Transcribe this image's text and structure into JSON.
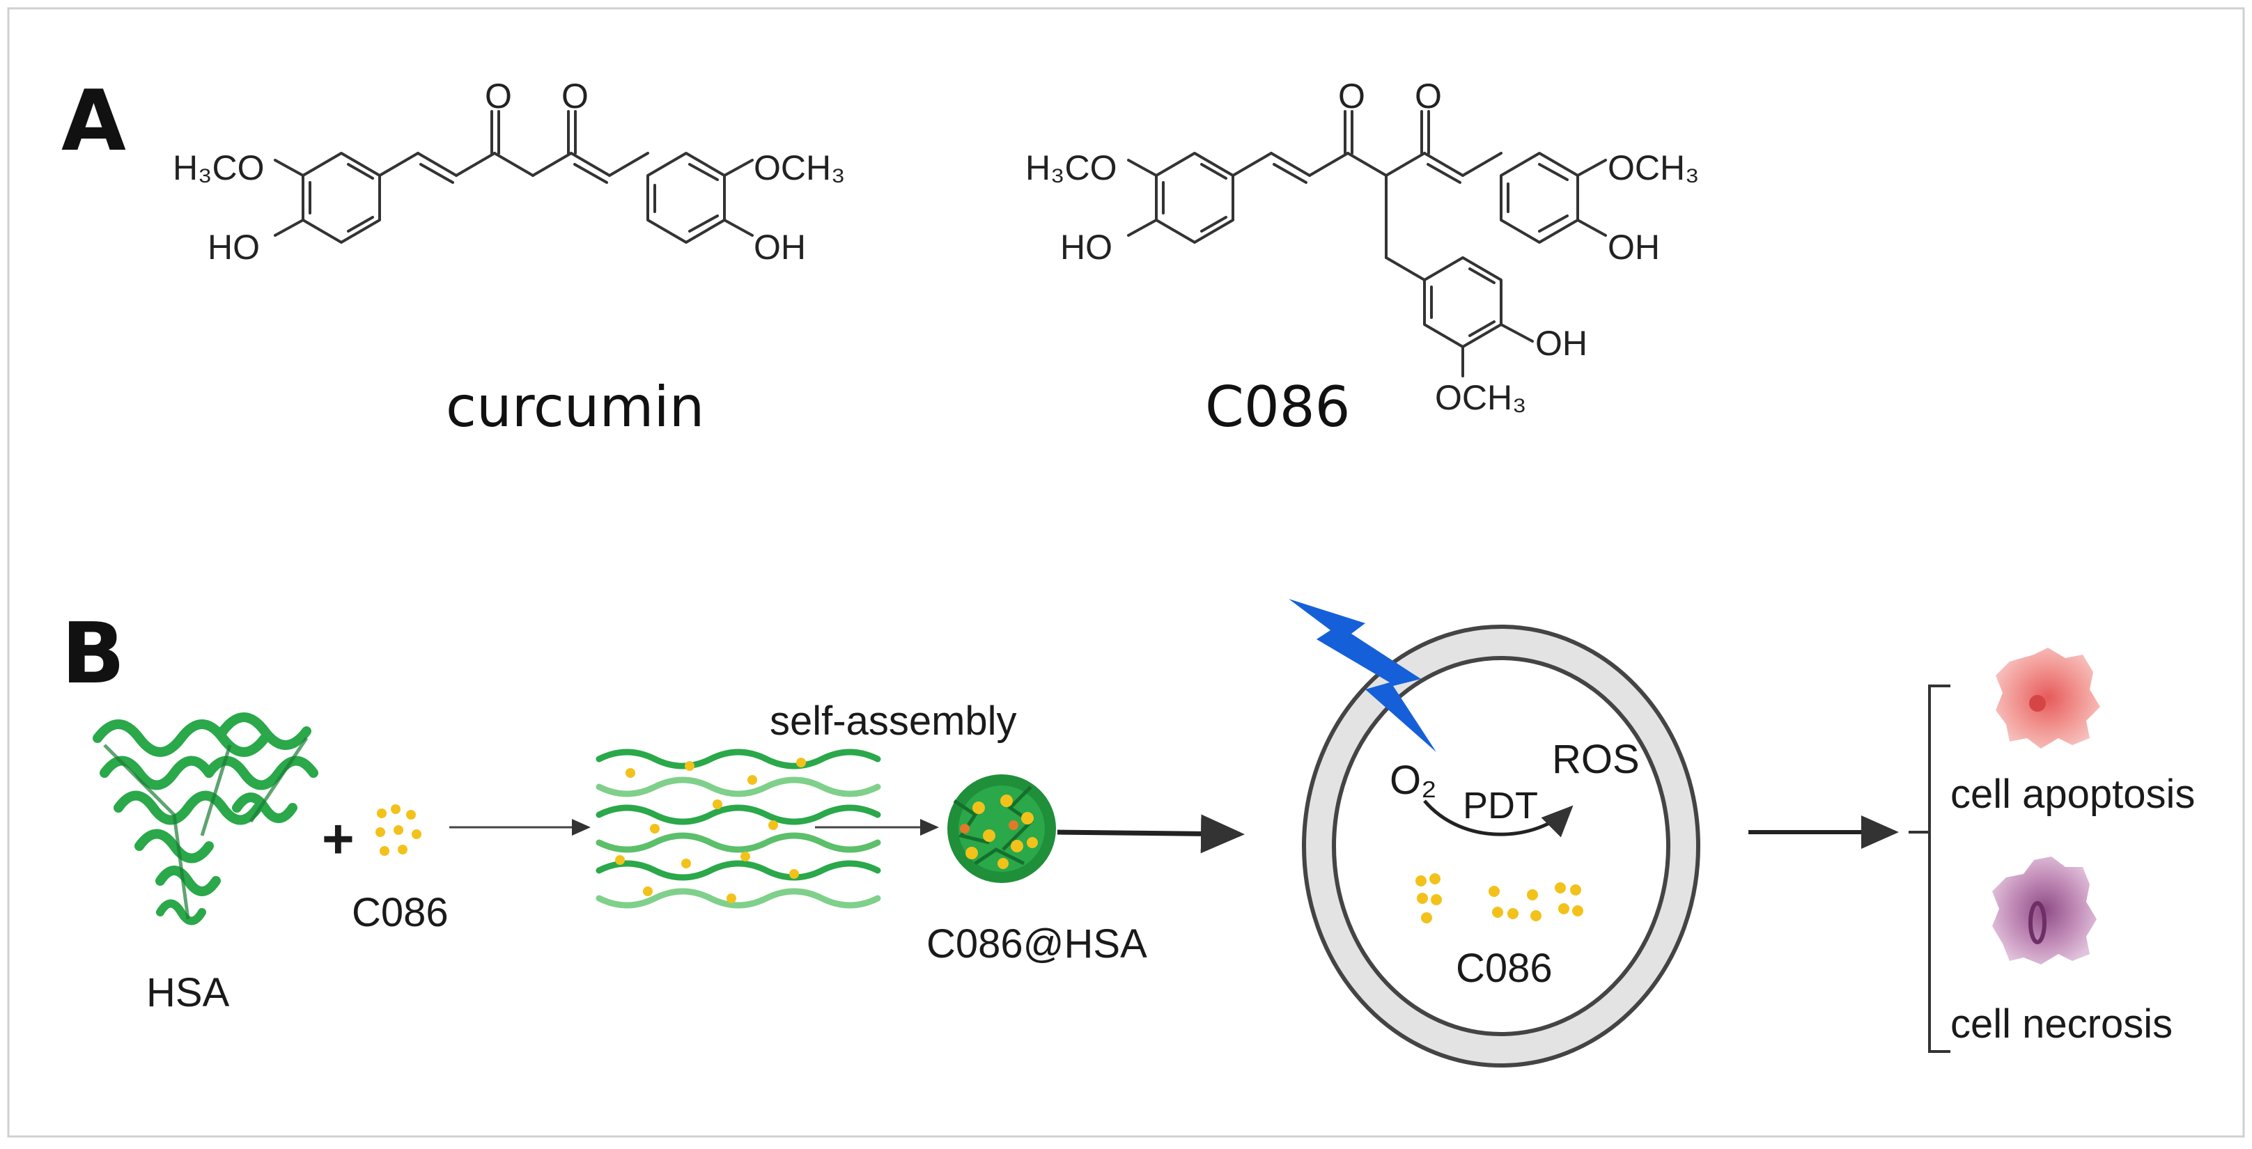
{
  "panel_a": {
    "letter": "A",
    "curcumin": {
      "name": "curcumin",
      "substituents": {
        "left_top": "H₃CO",
        "left_bottom": "HO",
        "right_top": "OCH₃",
        "right_bottom": "OH",
        "carbonyl_left": "O",
        "carbonyl_right": "O"
      }
    },
    "c086": {
      "name": "C086",
      "substituents": {
        "left_top": "H₃CO",
        "left_bottom": "HO",
        "right_top": "OCH₃",
        "right_bottom": "OH",
        "carbonyl_left": "O",
        "carbonyl_right": "O",
        "lower_oh": "OH",
        "lower_och3": "OCH₃"
      }
    }
  },
  "panel_b": {
    "letter": "B",
    "hsa_label": "HSA",
    "plus": "+",
    "c086_label": "C086",
    "self_assembly_label": "self-assembly",
    "complex_label": "C086@HSA",
    "cell": {
      "o2": "O₂",
      "pdt": "PDT",
      "ros": "ROS",
      "c086": "C086"
    },
    "outcomes": {
      "apoptosis": "cell apoptosis",
      "necrosis": "cell necrosis"
    },
    "colors": {
      "protein": "#2aa84a",
      "drug_dots": "#f2c21b",
      "lightning": "#1560d8",
      "membrane": "#d9d9d9",
      "apoptosis_cell": "#f28a8a",
      "necrosis_cell": "#c48ab6"
    },
    "icons": [
      "hsa-protein-icon",
      "drug-dots-icon",
      "protein-fibers-icon",
      "nanoparticle-icon",
      "light-bolt-icon",
      "cell-ring-icon",
      "apoptotic-cell-icon",
      "necrotic-cell-icon"
    ]
  }
}
